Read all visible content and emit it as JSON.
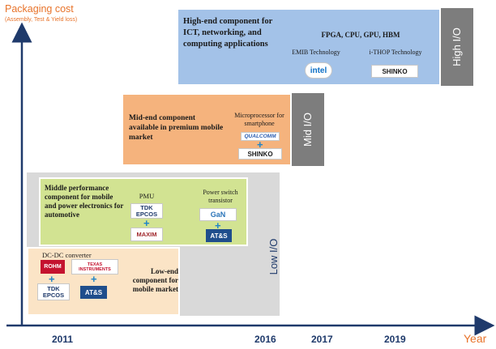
{
  "axes": {
    "y_title": "Packaging cost",
    "y_subtitle": "(Assembly, Test & Yield loss)",
    "x_title": "Year",
    "years": [
      "2011",
      "2016",
      "2017",
      "2019"
    ]
  },
  "colors": {
    "axis": "#1f3a6b",
    "accent": "#e8732a",
    "high_panel": "#a3c2e8",
    "mid_panel": "#f5b37d",
    "low_outer": "#d9d9d9",
    "low_middle": "#d2e392",
    "low_bottom": "#fbe4c6",
    "band": "#7d7d7d"
  },
  "high": {
    "band_label": "High I/O",
    "description": "High-end component for ICT, networking, and computing applications",
    "products": "FPGA, CPU, GPU, HBM",
    "tech_left": "EMIB Technology",
    "tech_right": "i-THOP Technology",
    "logo_left": "intel",
    "logo_right": "SHINKO"
  },
  "mid": {
    "band_label": "Mid I/O",
    "description": "Mid-end component available in premium mobile market",
    "product": "Microprocessor for smartphone",
    "logo_top": "QUALCOMM",
    "logo_bottom": "SHINKO"
  },
  "low": {
    "band_label": "Low I/O",
    "middle": {
      "description": "Middle performance component for mobile and power electronics for automotive",
      "pmu_label": "PMU",
      "pmu_logo_top": "TDK EPCOS",
      "pmu_logo_bottom": "MAXIM",
      "switch_label": "Power switch transistor",
      "switch_logo_top": "GaN",
      "switch_logo_bottom": "AT&S"
    },
    "bottom": {
      "converter_label": "DC-DC converter",
      "logo_rohm": "ROHM",
      "logo_ti": "TEXAS INSTRUMENTS",
      "logo_tdk": "TDK EPCOS",
      "logo_ats": "AT&S",
      "description": "Low-end component for mobile market"
    }
  }
}
